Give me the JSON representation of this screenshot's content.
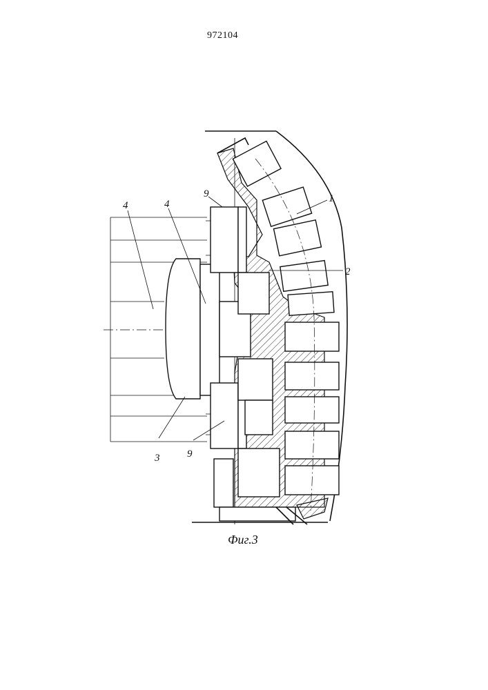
{
  "header": {
    "patent_number": "972104"
  },
  "figure": {
    "caption": "Фиг.3"
  },
  "labels": {
    "part_1": "1",
    "part_2": "2",
    "part_3": "3",
    "part_4_left": "4",
    "part_4_right": "4",
    "part_9_top": "9",
    "part_9_bottom": "9"
  }
}
